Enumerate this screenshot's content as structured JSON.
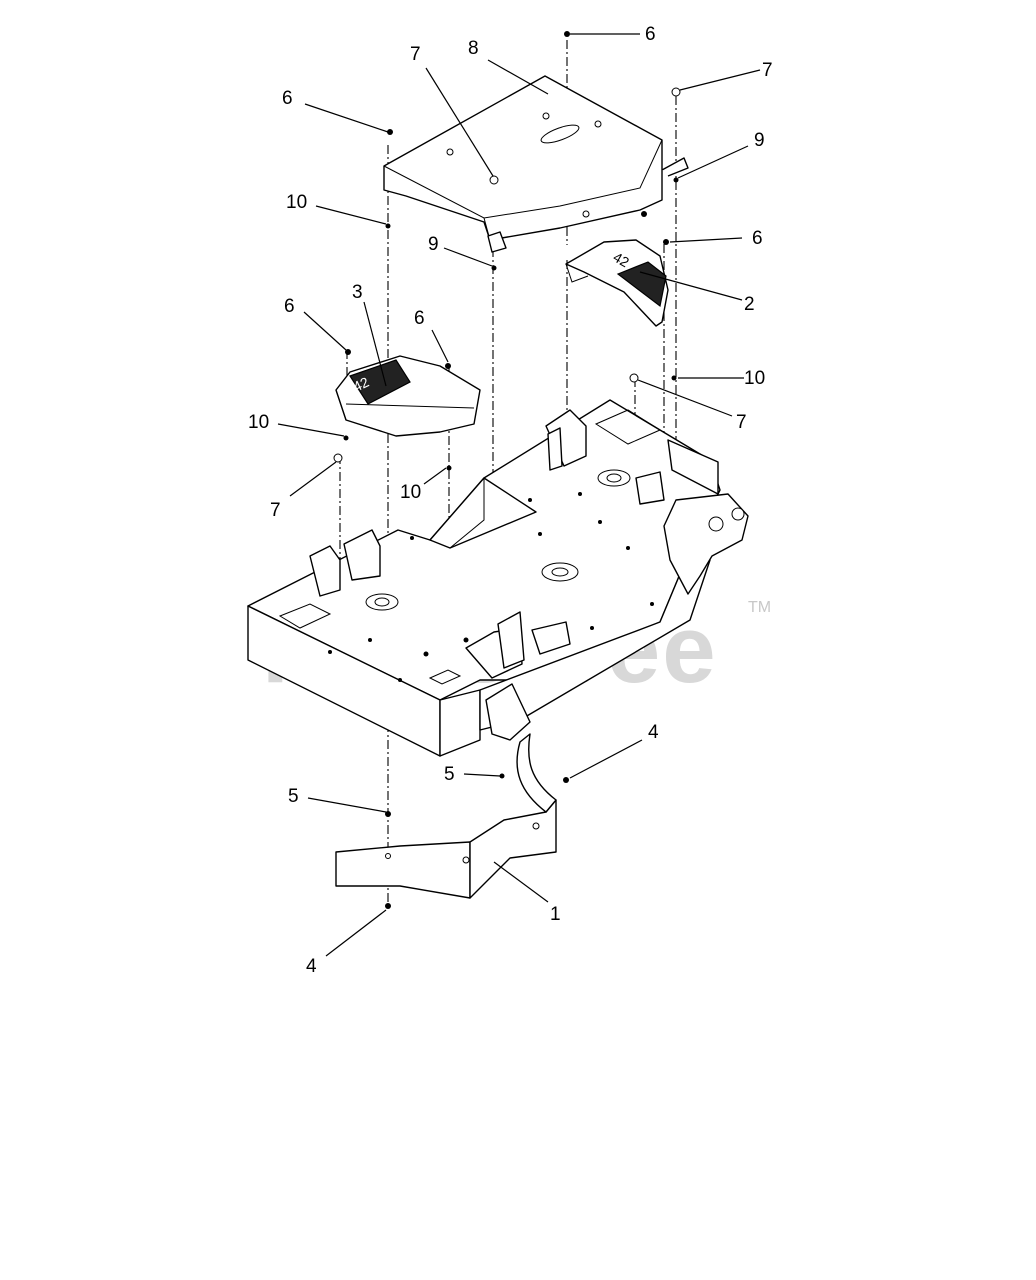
{
  "watermark": {
    "text": "PartsTree",
    "trademark": "TM"
  },
  "callouts": [
    {
      "id": "c1",
      "label": "1"
    },
    {
      "id": "c2",
      "label": "2"
    },
    {
      "id": "c3",
      "label": "3"
    },
    {
      "id": "c4a",
      "label": "4"
    },
    {
      "id": "c4b",
      "label": "4"
    },
    {
      "id": "c5a",
      "label": "5"
    },
    {
      "id": "c5b",
      "label": "5"
    },
    {
      "id": "c6a",
      "label": "6"
    },
    {
      "id": "c6b",
      "label": "6"
    },
    {
      "id": "c6c",
      "label": "6"
    },
    {
      "id": "c6d",
      "label": "6"
    },
    {
      "id": "c6e",
      "label": "6"
    },
    {
      "id": "c7a",
      "label": "7"
    },
    {
      "id": "c7b",
      "label": "7"
    },
    {
      "id": "c7c",
      "label": "7"
    },
    {
      "id": "c7d",
      "label": "7"
    },
    {
      "id": "c8",
      "label": "8"
    },
    {
      "id": "c9a",
      "label": "9"
    },
    {
      "id": "c9b",
      "label": "9"
    },
    {
      "id": "c10a",
      "label": "10"
    },
    {
      "id": "c10b",
      "label": "10"
    },
    {
      "id": "c10c",
      "label": "10"
    },
    {
      "id": "c10d",
      "label": "10"
    }
  ],
  "parts": {
    "deck_housing": "mower-deck-housing",
    "top_cover": "top-cover",
    "left_cover": "left-pulley-cover",
    "right_cover": "right-pulley-cover",
    "rear_shield": "rear-discharge-shield"
  }
}
